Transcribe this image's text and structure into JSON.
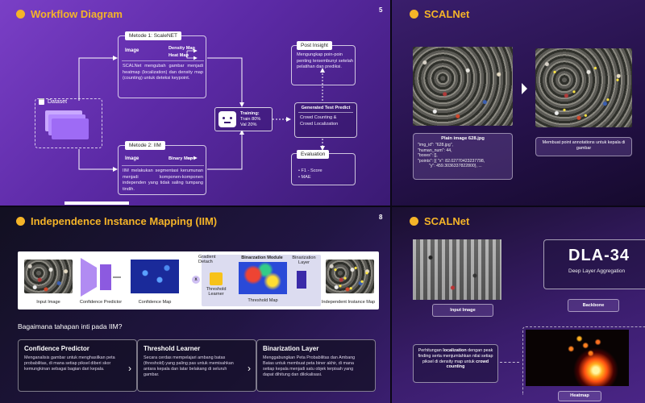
{
  "slide1": {
    "title": "Workflow Diagram",
    "page_number": "5",
    "dataset_label": "Dataset",
    "method1": {
      "header": "Metode 1: ScaleNET",
      "image_label": "Image",
      "out1": "Density Map",
      "out2": "Heat Map",
      "description": "SCALNet mengubah gambar menjadi heatmap (localization) dan density map (counting) untuk deteksi keypoint."
    },
    "method2": {
      "header": "Metode 2: IIM",
      "image_label": "Image",
      "out": "Binary Map",
      "description": "IIM melakukan segmentasi kerumunan menjadi komponen-komponen independen yang tidak saling tumpang tindih."
    },
    "training": {
      "title": "Training:",
      "train": "Train 80%",
      "val": "Val 20%"
    },
    "post_insight": {
      "header": "Post Insight",
      "description": "Mengungkap poin-poin penting tersembunyi setelah pelatihan dan prediksi."
    },
    "generated": {
      "header": "Generated Test Predict",
      "line1": "Crowd Counting &",
      "line2": "Crowd Localization"
    },
    "evaluation": {
      "header": "Evaluation",
      "item1": "F1 - Score",
      "item2": "MAE"
    }
  },
  "slide2": {
    "title": "SCALNet",
    "plain_caption": "Plain image 628.jpg",
    "json_lines": [
      "\"img_id\": \"628.jpg\",",
      "\"human_num\": 44,",
      "\"boxes\": [],",
      "\"points\": [{ \"x\": 82.02770423237798,",
      "\"y\": 459.3036337822800}, ..."
    ],
    "annotation_caption": "Membuat point annotations untuk kepala di gambar"
  },
  "slide3": {
    "title": "Independence Instance Mapping (IIM)",
    "page_number": "8",
    "diagram": {
      "input_image": "Input Image",
      "confidence_predictor": "Confidence Predictor",
      "confidence_map": "Confidence Map",
      "gradient_detach": "Gradient Detach",
      "threshold_learner": "Threshold Learner",
      "binarization_module": "Binarzation Module",
      "threshold_map": "Threshold Map",
      "binarization_layer": "Binarization Layer",
      "independent_instance_map": "Independent Instance Map",
      "op_symbol": "x"
    },
    "question": "Bagaimana tahapan inti pada IIM?",
    "cards": [
      {
        "title": "Confidence Predictor",
        "body": "Menganalisis gambar untuk menghasilkan peta probabilitas, di mana setiap piksel diberi skor kemungkinan sebagai bagian dari kepala."
      },
      {
        "title": "Threshold Learner",
        "body": "Secara cerdas mempelajari ambang batas (threshold) yang paling pas untuk memisahkan antara kepala dan latar belakang di seluruh gambar."
      },
      {
        "title": "Binarization Layer",
        "body": "Menggabungkan Peta Probabilitas dan Ambang Batas untuk membuat peta biner akhir, di mana setiap kepala menjadi satu objek terpisah yang dapat dihitung dan dilokalisasi."
      }
    ]
  },
  "slide4": {
    "title": "SCALNet",
    "input_image_label": "Input Image",
    "dla_title": "DLA-34",
    "dla_subtitle": "Deep Layer Aggregation",
    "backbone_label": "Backbone",
    "localization_text_1": "Perhitungan ",
    "localization_bold": "localization",
    "localization_text_2": " dengan peak finding serta menjumlahkan nilai setiap piksel di density map untuk ",
    "crowd_counting_bold": "crowd counting",
    "heatmap_label": "Heatmap"
  },
  "colors": {
    "accent": "#f5b428",
    "purple": "#7a3fc6",
    "slide_background_dark": "#211543"
  }
}
